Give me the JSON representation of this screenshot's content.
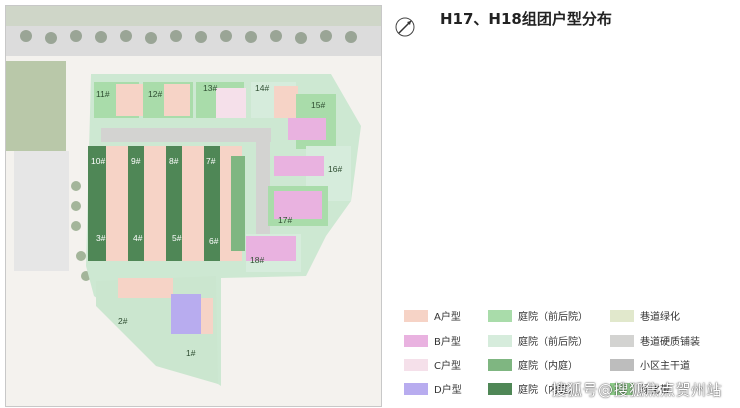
{
  "title": "H17、H18组团户型分布",
  "building_labels": [
    "11#",
    "12#",
    "13#",
    "14#",
    "15#",
    "10#",
    "9#",
    "8#",
    "7#",
    "16#",
    "17#",
    "3#",
    "4#",
    "5#",
    "6#",
    "18#",
    "2#",
    "1#"
  ],
  "legend": [
    {
      "label": "A户型",
      "color": "#f6d3c6"
    },
    {
      "label": "B户型",
      "color": "#e9b2e0"
    },
    {
      "label": "C户型",
      "color": "#f5e0ea"
    },
    {
      "label": "D户型",
      "color": "#b8acef"
    },
    {
      "label": "庭院（前后院）",
      "color": "#a9dcaa"
    },
    {
      "label": "庭院（前后院）",
      "color": "#d6ecdc"
    },
    {
      "label": "庭院（内庭）",
      "color": "#7fb681"
    },
    {
      "label": "庭院（内庭）",
      "color": "#4f8756"
    },
    {
      "label": "巷道绿化",
      "color": "#e1e8cc"
    },
    {
      "label": "巷道硬质铺装",
      "color": "#d3d3d1"
    },
    {
      "label": "小区主干道",
      "color": "#bdbdbd"
    },
    {
      "label": "绿化带",
      "color": "#90cf8b"
    }
  ],
  "watermark": "搜狐号@搜狐焦点贺州站"
}
